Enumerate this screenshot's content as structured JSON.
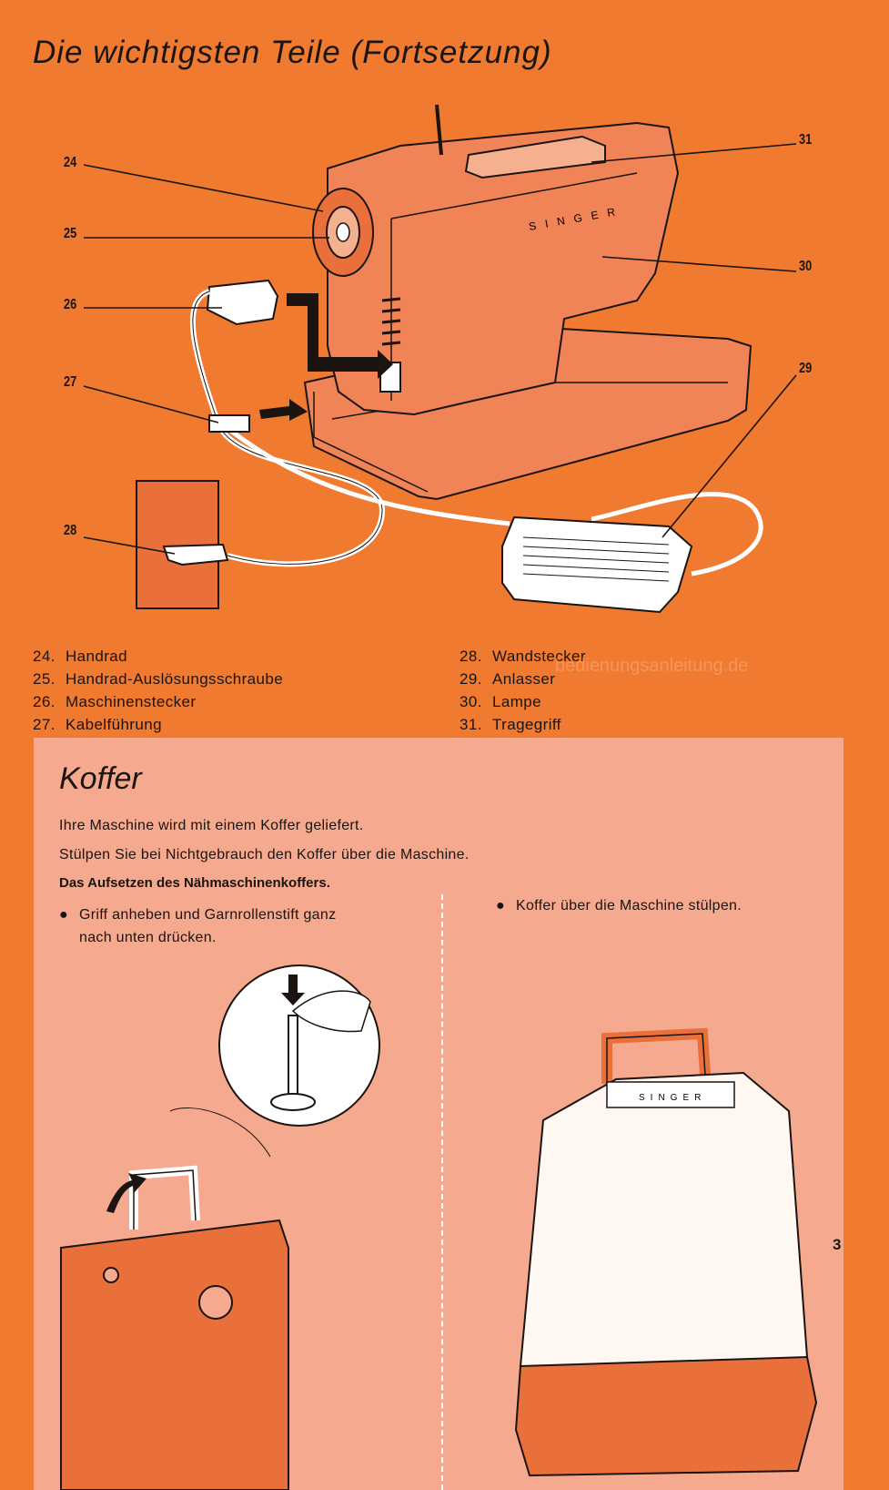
{
  "page": {
    "title": "Die wichtigsten Teile (Fortsetzung)",
    "page_number": "3",
    "watermark": "bedienungsanleitung.de"
  },
  "illustration": {
    "brand_label": "SINGER",
    "callouts": [
      {
        "id": "c24",
        "label": "24"
      },
      {
        "id": "c25",
        "label": "25"
      },
      {
        "id": "c26",
        "label": "26"
      },
      {
        "id": "c27",
        "label": "27"
      },
      {
        "id": "c28",
        "label": "28"
      },
      {
        "id": "c29",
        "label": "29"
      },
      {
        "id": "c30",
        "label": "30"
      },
      {
        "id": "c31",
        "label": "31"
      }
    ]
  },
  "parts_left": [
    {
      "num": "24.",
      "label": "Handrad"
    },
    {
      "num": "25.",
      "label": "Handrad-Auslösungsschraube"
    },
    {
      "num": "26.",
      "label": "Maschinenstecker"
    },
    {
      "num": "27.",
      "label": "Kabelführung"
    }
  ],
  "parts_right": [
    {
      "num": "28.",
      "label": "Wandstecker"
    },
    {
      "num": "29.",
      "label": "Anlasser"
    },
    {
      "num": "30.",
      "label": "Lampe"
    },
    {
      "num": "31.",
      "label": "Tragegriff"
    }
  ],
  "koffer": {
    "title": "Koffer",
    "intro_1": "Ihre Maschine wird mit einem Koffer geliefert.",
    "intro_2": "Stülpen Sie bei Nichtgebrauch den Koffer über die Maschine.",
    "subheading": "Das Aufsetzen des Nähmaschinenkoffers.",
    "bullet": "●",
    "step_1_line_1": "Griff anheben und Garnrollenstift ganz",
    "step_1_line_2": "nach unten drücken.",
    "step_2": "Koffer über die Maschine stülpen.",
    "case_label": "SINGER"
  },
  "colors": {
    "page_background": "#f07a30",
    "box_background": "#f5a98e",
    "ink": "#1b1410"
  }
}
